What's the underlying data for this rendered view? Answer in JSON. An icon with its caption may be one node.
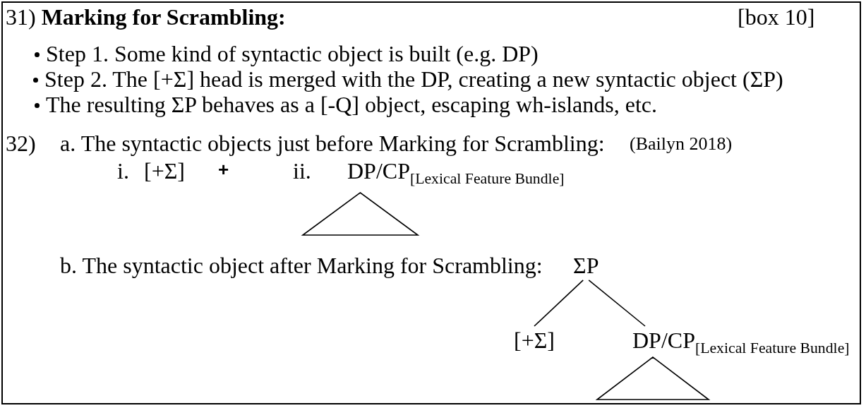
{
  "diagram": {
    "nodes": [
      {
        "text": [
          "DP/CP$_{[Lexical Feature Bundle]}$"
        ]
      },
      {
        "text": [],
        "shape": "triangle"
      },
      {
        "text": [
          "ΣP"
        ]
      },
      {
        "text": [
          "[+Σ]"
        ]
      },
      {
        "text": [
          "DP/CP$_{[Lexical Feature Bundle]}$"
        ]
      },
      {
        "text": [],
        "shape": "triangle"
      }
    ],
    "edges": [
      {
        "from": 2,
        "to": 3,
        "arrow": "none"
      },
      {
        "from": 2,
        "to": 4,
        "arrow": "none"
      }
    ],
    "labels": [
      "31) **Marking for Scrambling:**",
      "[box 10]",
      "Step 1. Some kind of syntactic object is built (e.g. DP)",
      "Step 2. The [+Σ] head is merged with the DP, creating a new syntactic object (ΣP)",
      "The resulting ΣP behaves as a [-Q] object, escaping wh-islands, etc.",
      "32)",
      "a. The syntactic objects just before Marking for Scrambling:",
      "(Bailyn 2018)",
      "i.",
      "[+Σ]",
      "+",
      "ii.",
      "b. The syntactic object after Marking for Scrambling:"
    ]
  }
}
